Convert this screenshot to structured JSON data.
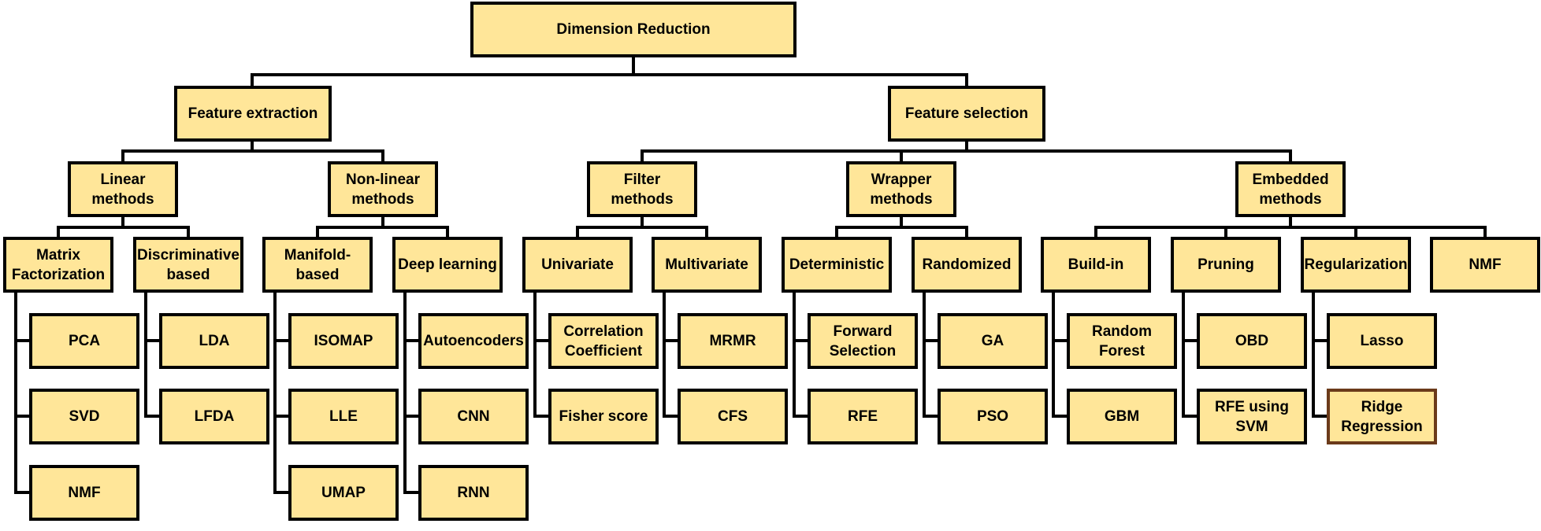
{
  "colors": {
    "box_fill": "#ffe699",
    "box_border": "#000000",
    "highlight_border": "#6b3a1a",
    "line": "#000000"
  },
  "nodes": {
    "root": "Dimension Reduction",
    "feature_extraction": "Feature extraction",
    "feature_selection": "Feature selection",
    "linear": "Linear\nmethods",
    "nonlinear": "Non-linear\nmethods",
    "filter": "Filter methods",
    "wrapper": "Wrapper\nmethods",
    "embedded": "Embedded\nmethods",
    "matrix": "Matrix\nFactorization",
    "discrim": "Discriminative\nbased",
    "manifold": "Manifold-\nbased",
    "deep": "Deep learning",
    "univariate": "Univariate",
    "multivariate": "Multivariate",
    "deterministic": "Deterministic",
    "randomized": "Randomized",
    "buildin": "Build-in",
    "pruning": "Pruning",
    "regularization": "Regularization",
    "nmf_embedded": "NMF",
    "pca": "PCA",
    "svd": "SVD",
    "nmf_matrix": "NMF",
    "lda": "LDA",
    "lfda": "LFDA",
    "isomap": "ISOMAP",
    "lle": "LLE",
    "umap": "UMAP",
    "autoencoders": "Autoencoders",
    "cnn": "CNN",
    "rnn": "RNN",
    "corr": "Correlation\nCoefficient",
    "fisher": "Fisher score",
    "mrmr": "MRMR",
    "cfs": "CFS",
    "forward": "Forward\nSelection",
    "rfe": "RFE",
    "ga": "GA",
    "pso": "PSO",
    "rf": "Random\nForest",
    "gbm": "GBM",
    "obd": "OBD",
    "rfesvm": "RFE using\nSVM",
    "lasso": "Lasso",
    "ridge": "Ridge\nRegression"
  }
}
